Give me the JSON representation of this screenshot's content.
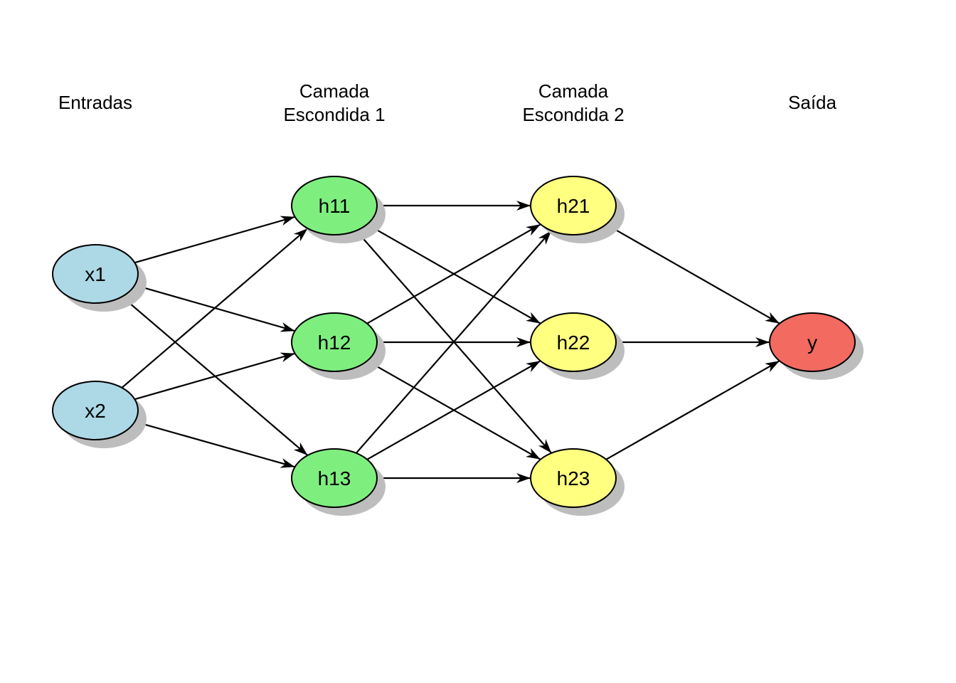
{
  "layers": [
    {
      "id": "input",
      "title_lines": [
        "Entradas"
      ]
    },
    {
      "id": "hidden1",
      "title_lines": [
        "Camada",
        "Escondida 1"
      ]
    },
    {
      "id": "hidden2",
      "title_lines": [
        "Camada",
        "Escondida 2"
      ]
    },
    {
      "id": "output",
      "title_lines": [
        "Saída"
      ]
    }
  ],
  "nodes": [
    {
      "id": "x1",
      "label": "x1",
      "layer": "input",
      "fill": "#add8e6"
    },
    {
      "id": "x2",
      "label": "x2",
      "layer": "input",
      "fill": "#add8e6"
    },
    {
      "id": "h11",
      "label": "h11",
      "layer": "hidden1",
      "fill": "#7eef7e"
    },
    {
      "id": "h12",
      "label": "h12",
      "layer": "hidden1",
      "fill": "#7eef7e"
    },
    {
      "id": "h13",
      "label": "h13",
      "layer": "hidden1",
      "fill": "#7eef7e"
    },
    {
      "id": "h21",
      "label": "h21",
      "layer": "hidden2",
      "fill": "#ffff80"
    },
    {
      "id": "h22",
      "label": "h22",
      "layer": "hidden2",
      "fill": "#ffff80"
    },
    {
      "id": "h23",
      "label": "h23",
      "layer": "hidden2",
      "fill": "#ffff80"
    },
    {
      "id": "y",
      "label": "y",
      "layer": "output",
      "fill": "#f26a60"
    }
  ],
  "edges": [
    [
      "x1",
      "h11"
    ],
    [
      "x1",
      "h12"
    ],
    [
      "x1",
      "h13"
    ],
    [
      "x2",
      "h11"
    ],
    [
      "x2",
      "h12"
    ],
    [
      "x2",
      "h13"
    ],
    [
      "h11",
      "h21"
    ],
    [
      "h11",
      "h22"
    ],
    [
      "h11",
      "h23"
    ],
    [
      "h12",
      "h21"
    ],
    [
      "h12",
      "h22"
    ],
    [
      "h12",
      "h23"
    ],
    [
      "h13",
      "h21"
    ],
    [
      "h13",
      "h22"
    ],
    [
      "h13",
      "h23"
    ],
    [
      "h21",
      "y"
    ],
    [
      "h22",
      "y"
    ],
    [
      "h23",
      "y"
    ]
  ],
  "colors": {
    "stroke": "#000000",
    "shadow": "#bdbdbd"
  }
}
